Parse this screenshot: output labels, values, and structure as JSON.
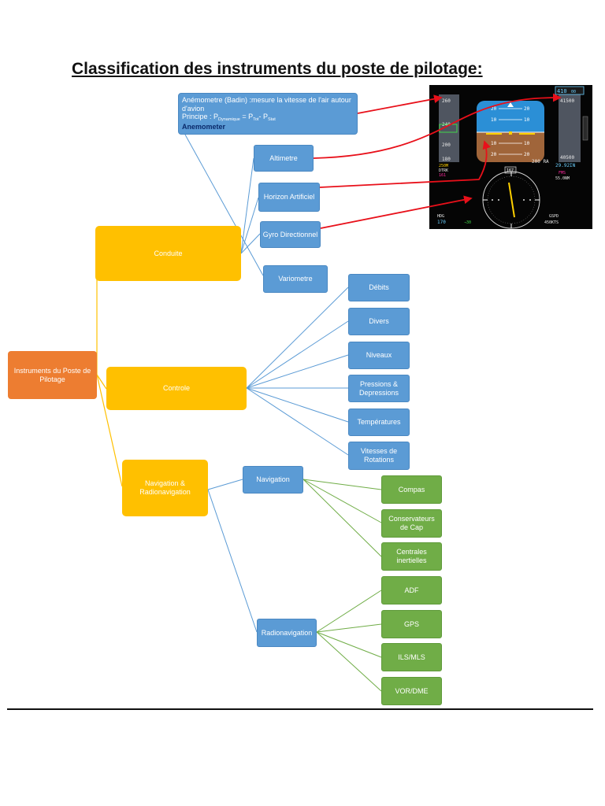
{
  "title": "Classification des instruments du poste de pilotage:",
  "root": "Instruments du Poste de Pilotage",
  "categories": {
    "conduite": "Conduite",
    "controle": "Controle",
    "navigation": "Navigation & Radionavigation"
  },
  "anemometre": {
    "line1": "Anémometre (Badin) :mesure la vitesse de l'air autour d'avion",
    "principe": "Principe : P",
    "sub_dyn": "Dynamique",
    "eq": " = P",
    "sub_tot": "Tot",
    "minus": "- P",
    "sub_stat": "Stat",
    "term": "Anemometer"
  },
  "conduite_items": [
    "Altimetre",
    "Horizon Artificiel",
    "Gyro Directionnel",
    "Variometre"
  ],
  "controle_items": [
    "Débits",
    "Divers",
    "Niveaux",
    "Pressions & Depressions",
    "Températures",
    "Vitesses de Rotations"
  ],
  "navigation": {
    "label": "Navigation",
    "items": [
      "Compas",
      "Conservateurs de Cap",
      "Centrales inertielles"
    ]
  },
  "radionavigation": {
    "label": "Radionavigation",
    "items": [
      "ADF",
      "GPS",
      "ILS/MLS",
      "VOR/DME"
    ]
  },
  "pfd": {
    "speed_top": "260",
    "speed_mid": "240",
    "speed_low": "200",
    "speed_bottom": "180",
    "alt_target": "410",
    "alt_target_sub": "00",
    "alt_top": "41500",
    "alt_bottom": "40500",
    "pitch_up": "20",
    "pitch_10": "10",
    "pitch_down": "10",
    "pitch_down2": "20",
    "ra": "200 RA",
    "baro": "29.92IN",
    "fms": "FMS",
    "dist": "55.0NM",
    "dtrk": "DTRK",
    "dtrk_val": "161",
    "mach": "250M",
    "hdg_label": "HDG",
    "hdg_val": "170",
    "gspd_label": "GSPD",
    "gspd_val": "450KTS",
    "wind": "→30",
    "heading_box": "167"
  },
  "colors": {
    "root": "#ed7d31",
    "category": "#ffc000",
    "item_blue": "#5b9bd5",
    "item_green": "#70ad47",
    "connector_arrow": "#e8101a"
  }
}
